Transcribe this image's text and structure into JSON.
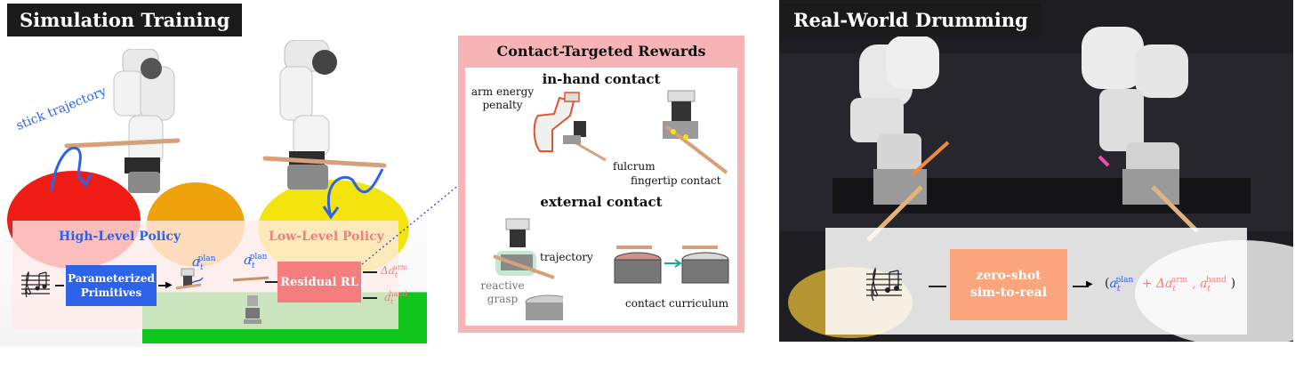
{
  "left": {
    "title": "Simulation Training",
    "annotation": "stick trajectory",
    "high_level_policy": "High-Level Policy",
    "low_level_policy": "Low-Level Policy",
    "primitives_line1": "Parameterized",
    "primitives_line2": "Primitives",
    "residual": "Residual RL",
    "a_plan_base": "a",
    "a_plan_sub": "t",
    "a_plan_sup": "plan",
    "delta_arm_base": "Δa",
    "delta_arm_sup": "arm",
    "a_hand_sup": "hand"
  },
  "middle": {
    "title": "Contact-Targeted Rewards",
    "in_hand": "in-hand contact",
    "arm_energy_1": "arm energy",
    "arm_energy_2": "penalty",
    "fulcrum": "fulcrum",
    "fingertip": "fingertip contact",
    "external": "external contact",
    "trajectory": "trajectory",
    "reactive_1": "reactive",
    "reactive_2": "grasp",
    "curriculum": "contact curriculum"
  },
  "right": {
    "title": "Real-World Drumming",
    "zero_shot_1": "zero-shot",
    "zero_shot_2": "sim-to-real",
    "formula_open": "(",
    "formula_a": "a",
    "formula_plus": " + Δa",
    "formula_comma": ", a",
    "formula_close": ")",
    "sup_plan": "plan",
    "sup_arm": "arm",
    "sup_hand": "hand",
    "sub_t": "t"
  },
  "colors": {
    "blue": "#2c63e8",
    "red": "#f47d80",
    "pink_panel": "#f6b4b7",
    "orange": "#fba57c",
    "green_floor": "#11c61d",
    "dark_tag": "#1a1a1a"
  }
}
